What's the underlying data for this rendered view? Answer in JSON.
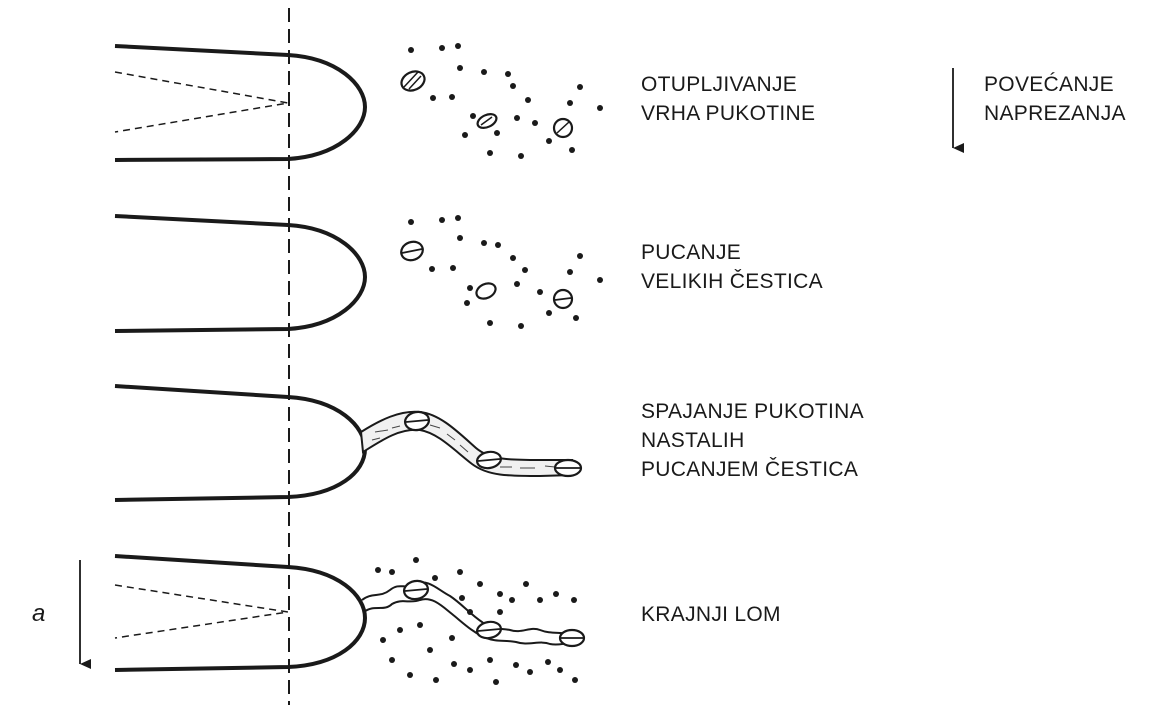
{
  "stages": [
    {
      "lines": [
        "OTUPLJIVANJE",
        "VRHA PUKOTINE"
      ]
    },
    {
      "lines": [
        "PUCANJE",
        "VELIKIH ČESTICA"
      ]
    },
    {
      "lines": [
        "SPAJANJE PUKOTINA",
        "NASTALIH",
        "PUCANJEM ČESTICA"
      ]
    },
    {
      "lines": [
        "KRAJNJI LOM"
      ]
    }
  ],
  "load_direction": {
    "lines": [
      "POVEĆANJE",
      "NAPREZANJA"
    ]
  },
  "crack_length_symbol": "a",
  "colors": {
    "ink": "#1a1a1a",
    "particle_fill": "#ffffff",
    "band_fill": "#f1f1f1"
  }
}
